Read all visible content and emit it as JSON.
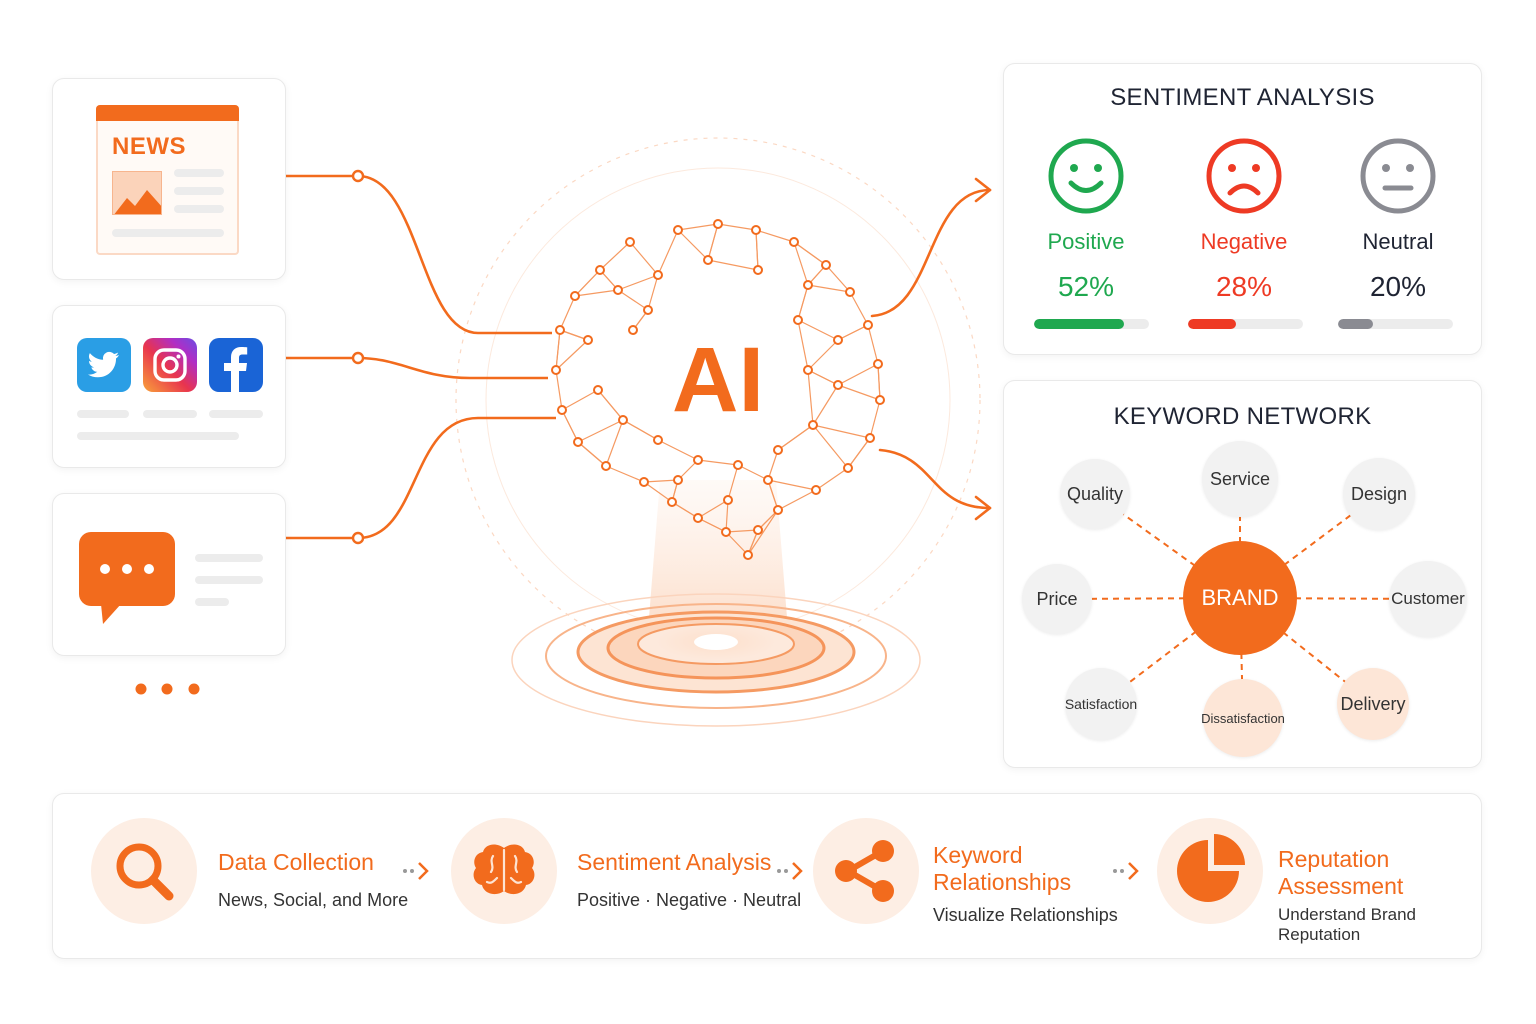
{
  "sources": {
    "news_label": "NEWS",
    "social_icons": [
      "twitter-icon",
      "instagram-icon",
      "facebook-icon"
    ],
    "more_icon": "more-dots-icon"
  },
  "center": {
    "label": "AI"
  },
  "sentiment": {
    "title": "SENTIMENT ANALYSIS",
    "items": [
      {
        "label": "Positive",
        "value": "52%",
        "fraction": 0.52,
        "color": "#1fa84f",
        "icon": "smile-face-icon"
      },
      {
        "label": "Negative",
        "value": "28%",
        "fraction": 0.28,
        "color": "#ee3a24",
        "icon": "frown-face-icon"
      },
      {
        "label": "Neutral",
        "value": "20%",
        "fraction": 0.2,
        "color": "#8a8b92",
        "icon": "neutral-face-icon"
      }
    ]
  },
  "keyword_network": {
    "title": "KEYWORD NETWORK",
    "center": "BRAND",
    "nodes": [
      "Quality",
      "Service",
      "Design",
      "Price",
      "Customer",
      "Satisfaction",
      "Dissatisfaction",
      "Delivery"
    ]
  },
  "pipeline": [
    {
      "title": "Data Collection",
      "subtitle": "News, Social, and More",
      "icon": "search-icon"
    },
    {
      "title": "Sentiment Analysis",
      "subtitle": "Positive · Negative · Neutral",
      "icon": "brain-icon"
    },
    {
      "title": "Keyword Relationships",
      "subtitle": "Visualize Relationships",
      "icon": "share-icon"
    },
    {
      "title": "Reputation Assessment",
      "subtitle": "Understand Brand Reputation",
      "icon": "pie-chart-icon"
    }
  ],
  "colors": {
    "accent": "#f26b1d",
    "accent_light": "#fdeee4",
    "text": "#1f2433"
  }
}
